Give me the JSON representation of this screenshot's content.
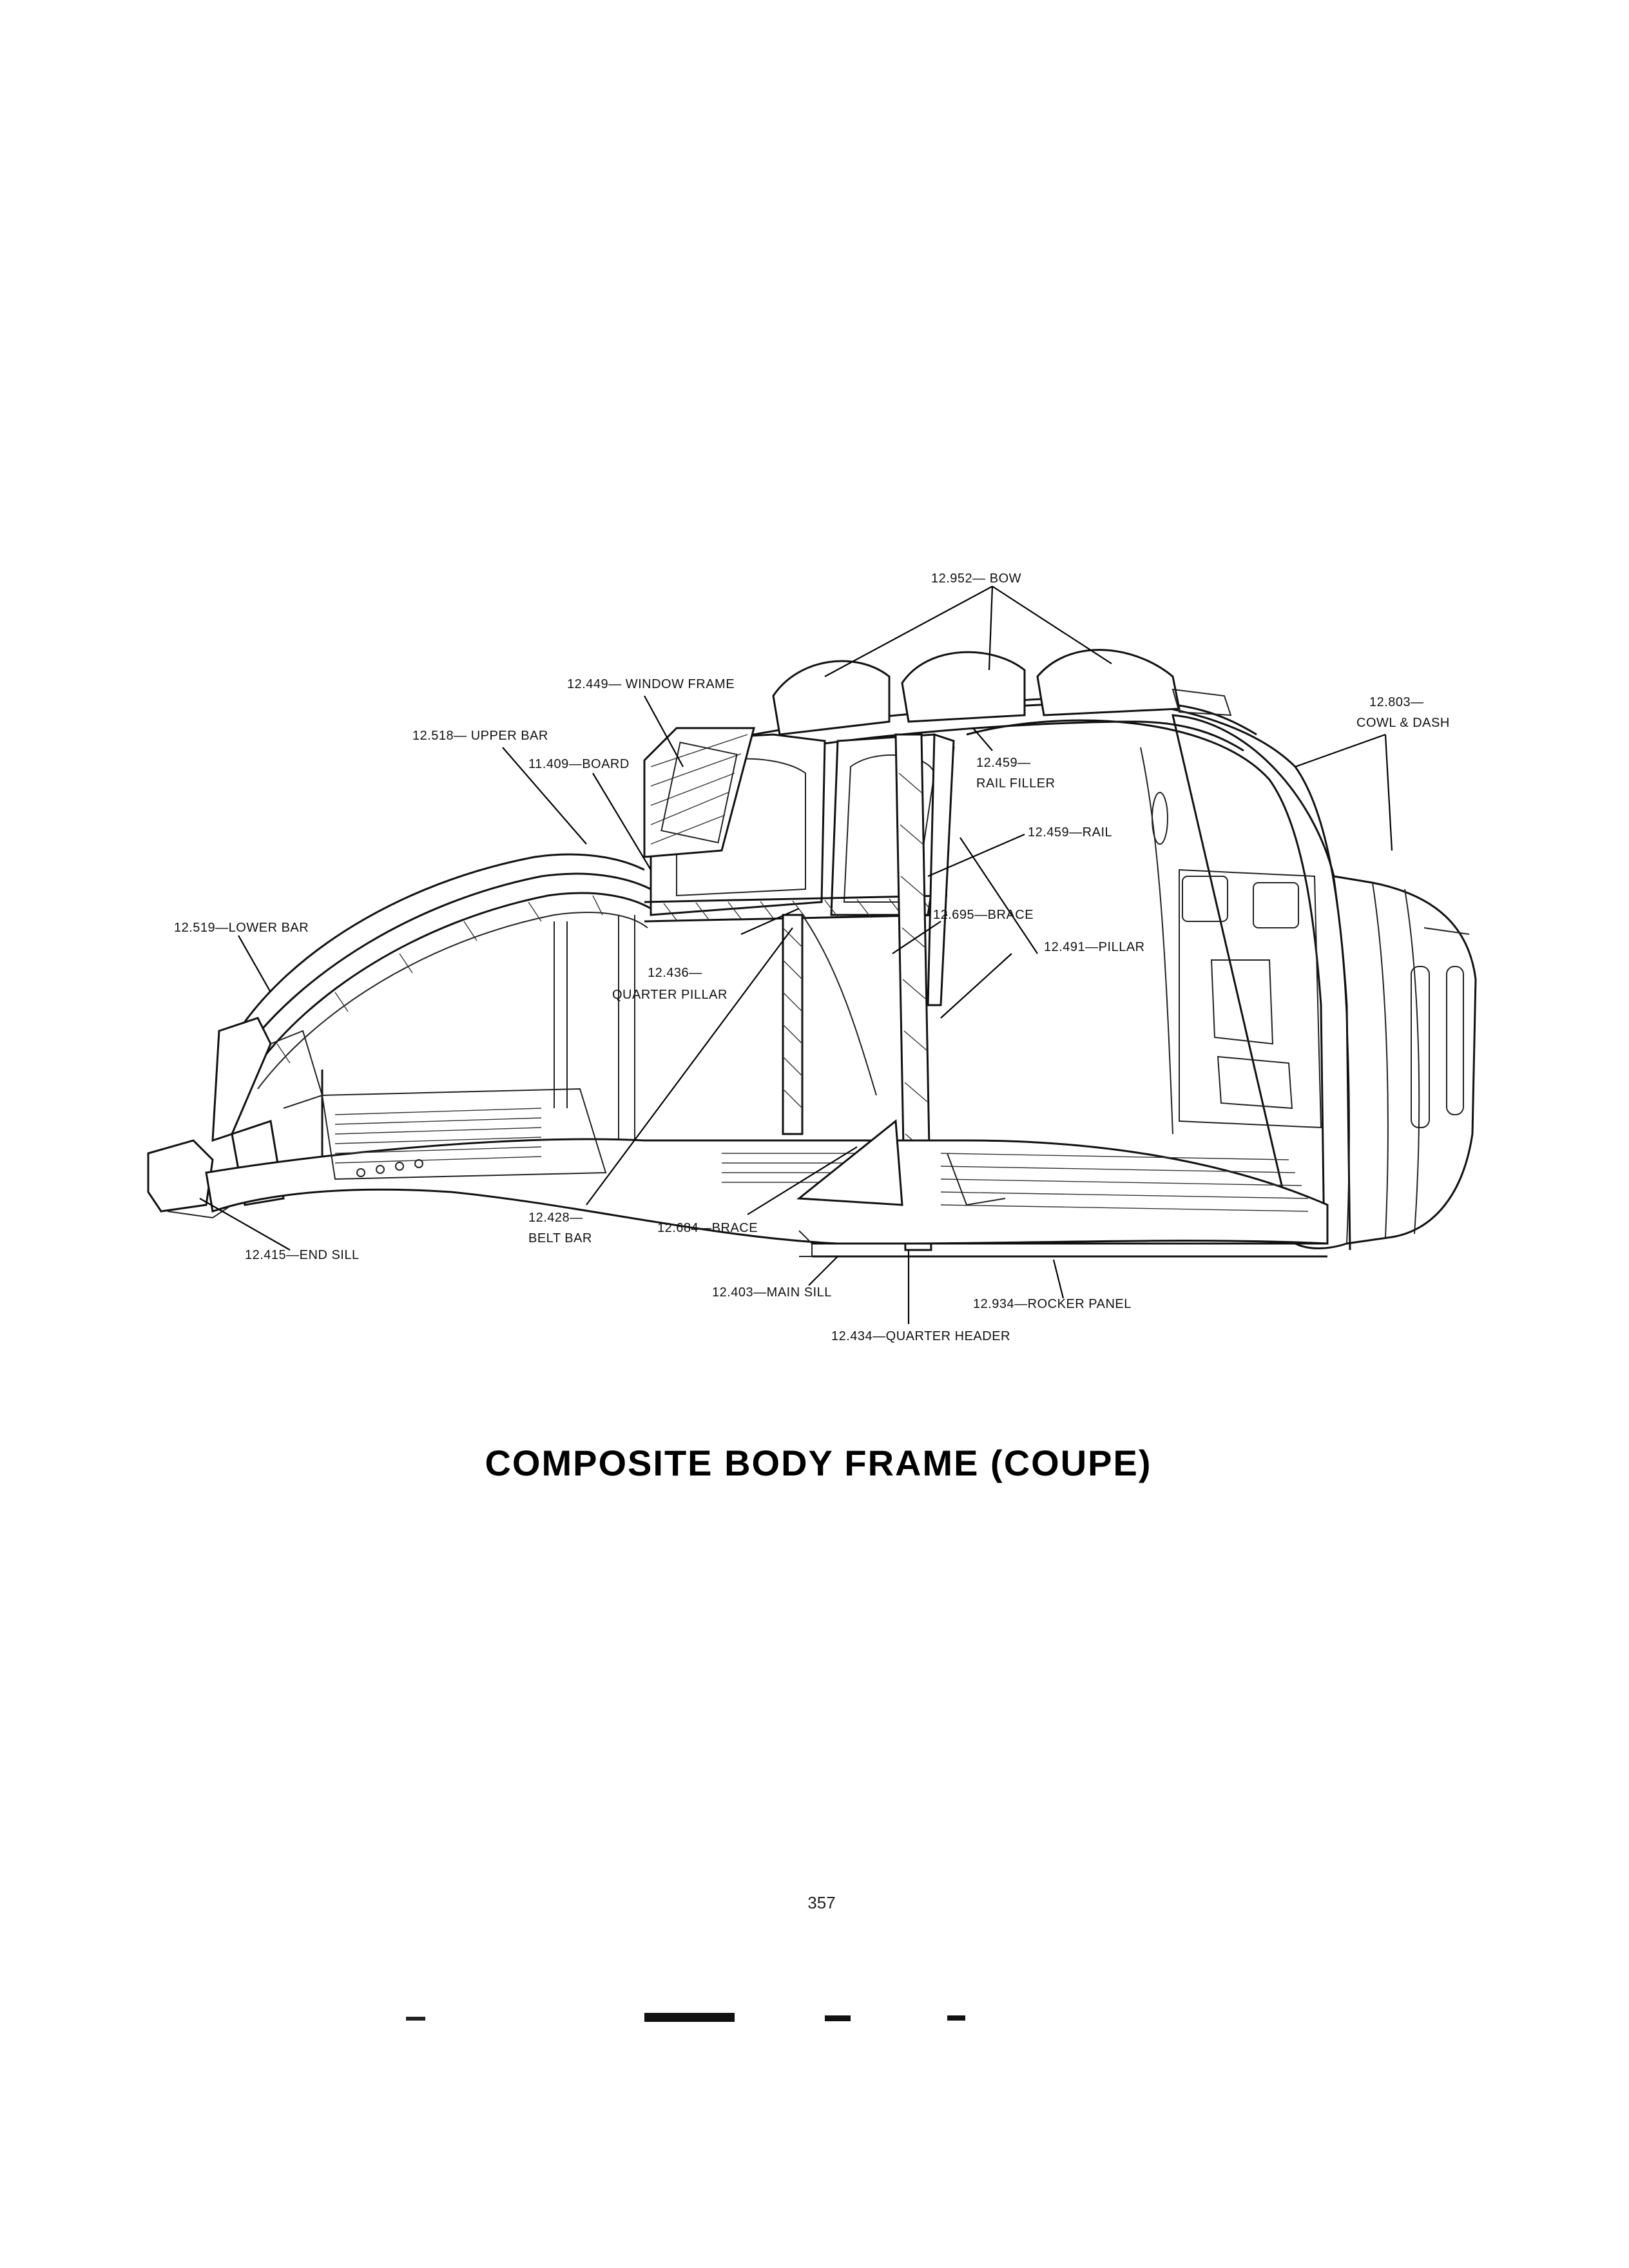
{
  "figure": {
    "title": "COMPOSITE BODY FRAME (COUPE)",
    "page_number": "357"
  },
  "callouts": {
    "bow": "12.952— BOW",
    "window_frame": "12.449— WINDOW FRAME",
    "upper_bar": "12.518— UPPER BAR",
    "board": "11.409—BOARD",
    "rail_filler_1": "12.459—",
    "rail_filler_2": "RAIL FILLER",
    "rail": "12.459—RAIL",
    "cowl_dash_1": "12.803—",
    "cowl_dash_2": "COWL & DASH",
    "lower_bar": "12.519—LOWER BAR",
    "brace_upper": "12.695—BRACE",
    "pillar": "12.491—PILLAR",
    "quarter_pillar_1": "12.436—",
    "quarter_pillar_2": "QUARTER PILLAR",
    "belt_bar_1": "12.428—",
    "belt_bar_2": "BELT BAR",
    "brace_lower": "12.684—BRACE",
    "end_sill": "12.415—END SILL",
    "main_sill": "12.403—MAIN SILL",
    "rocker_panel": "12.934—ROCKER PANEL",
    "quarter_header": "12.434—QUARTER HEADER"
  }
}
